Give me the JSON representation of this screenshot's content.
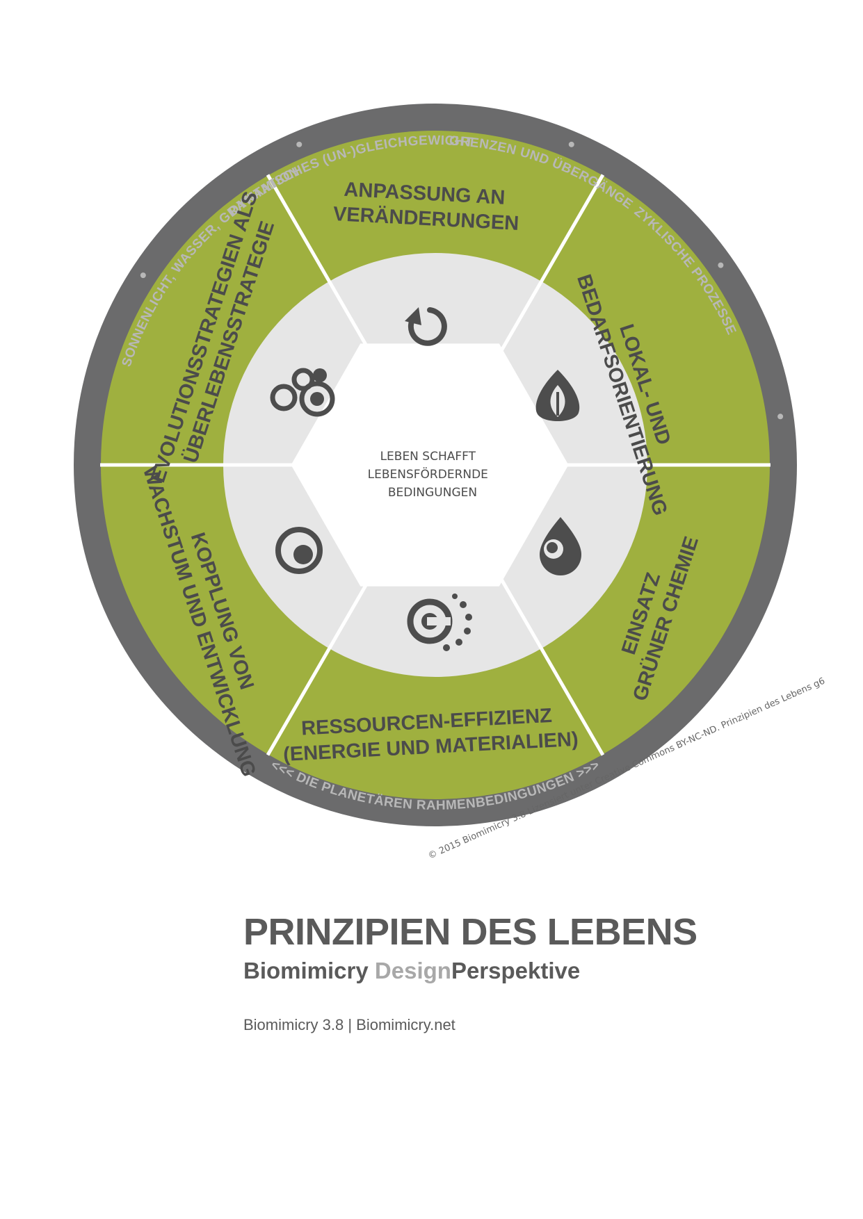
{
  "diagram": {
    "center_lines": [
      "LEBEN SCHAFFT",
      "LEBENSFÖRDERNDE",
      "BEDINGUNGEN"
    ],
    "segments": [
      {
        "id": "anpassung",
        "lines": [
          "ANPASSUNG AN",
          "VERÄNDERUNGEN"
        ],
        "icon": "cycle-arrow-icon"
      },
      {
        "id": "lokal",
        "lines": [
          "LOKAL- UND",
          "BEDARFSORIENTIERUNG"
        ],
        "icon": "leaf-flame-icon"
      },
      {
        "id": "chemie",
        "lines": [
          "EINSATZ",
          "GRÜNER CHEMIE"
        ],
        "icon": "droplet-icon"
      },
      {
        "id": "ressourcen",
        "lines": [
          "RESSOURCEN-EFFIZIENZ",
          "(ENERGIE UND MATERIALIEN)"
        ],
        "icon": "dot-spiral-icon"
      },
      {
        "id": "kopplung",
        "lines": [
          "KOPPLUNG VON",
          "WACHSTUM UND ENTWICKLUNG"
        ],
        "icon": "target-dot-icon"
      },
      {
        "id": "evolution",
        "lines": [
          "EVOLUTIONSSTRATEGIEN ALS",
          "ÜBERLEBENSSTRATEGIE"
        ],
        "icon": "bubbles-icon"
      }
    ],
    "outer_top": [
      "SONNENLICHT, WASSER, GRAVITATION",
      "DYNAMISCHES (UN-)GLEICHGEWICHT",
      "GRENZEN UND ÜBERGÄNGE",
      "ZYKLISCHE PROZESSE"
    ],
    "outer_bottom": "<<<  DIE PLANETÄREN RAHMENBEDINGUNGEN  >>>",
    "copyright": "© 2015 Biomimicry 3.8  Lizensiert unter Creative Commons BY-NC-ND. Prinzipien des Lebens g6",
    "colors": {
      "ring": "#6b6b6c",
      "green": "#9fb03f",
      "inner": "#e6e6e6",
      "icon": "#4d4d4d"
    }
  },
  "footer": {
    "title": "PRINZIPIEN DES LEBENS",
    "subtitle_part1": "Biomimicry ",
    "subtitle_part2": "Design",
    "subtitle_part3": "Perspektive",
    "credit": "Biomimicry 3.8 | Biomimicry.net"
  }
}
